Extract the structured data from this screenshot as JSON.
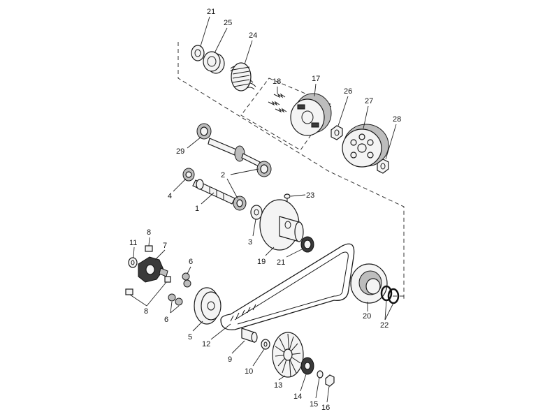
{
  "callouts": [
    {
      "id": "c21a",
      "text": "21"
    },
    {
      "id": "c25",
      "text": "25"
    },
    {
      "id": "c24",
      "text": "24"
    },
    {
      "id": "c18",
      "text": "18"
    },
    {
      "id": "c17",
      "text": "17"
    },
    {
      "id": "c26",
      "text": "26"
    },
    {
      "id": "c27",
      "text": "27"
    },
    {
      "id": "c28",
      "text": "28"
    },
    {
      "id": "c29",
      "text": "29"
    },
    {
      "id": "c2",
      "text": "2"
    },
    {
      "id": "c4",
      "text": "4"
    },
    {
      "id": "c1",
      "text": "1"
    },
    {
      "id": "c23",
      "text": "23"
    },
    {
      "id": "c3",
      "text": "3"
    },
    {
      "id": "c19",
      "text": "19"
    },
    {
      "id": "c21b",
      "text": "21"
    },
    {
      "id": "c8a",
      "text": "8"
    },
    {
      "id": "c11",
      "text": "11"
    },
    {
      "id": "c7",
      "text": "7"
    },
    {
      "id": "c6a",
      "text": "6"
    },
    {
      "id": "c8b",
      "text": "8"
    },
    {
      "id": "c6b",
      "text": "6"
    },
    {
      "id": "c5",
      "text": "5"
    },
    {
      "id": "c12",
      "text": "12"
    },
    {
      "id": "c9",
      "text": "9"
    },
    {
      "id": "c10",
      "text": "10"
    },
    {
      "id": "c13",
      "text": "13"
    },
    {
      "id": "c14",
      "text": "14"
    },
    {
      "id": "c15",
      "text": "15"
    },
    {
      "id": "c16",
      "text": "16"
    },
    {
      "id": "c20",
      "text": "20"
    },
    {
      "id": "c22",
      "text": "22"
    }
  ]
}
